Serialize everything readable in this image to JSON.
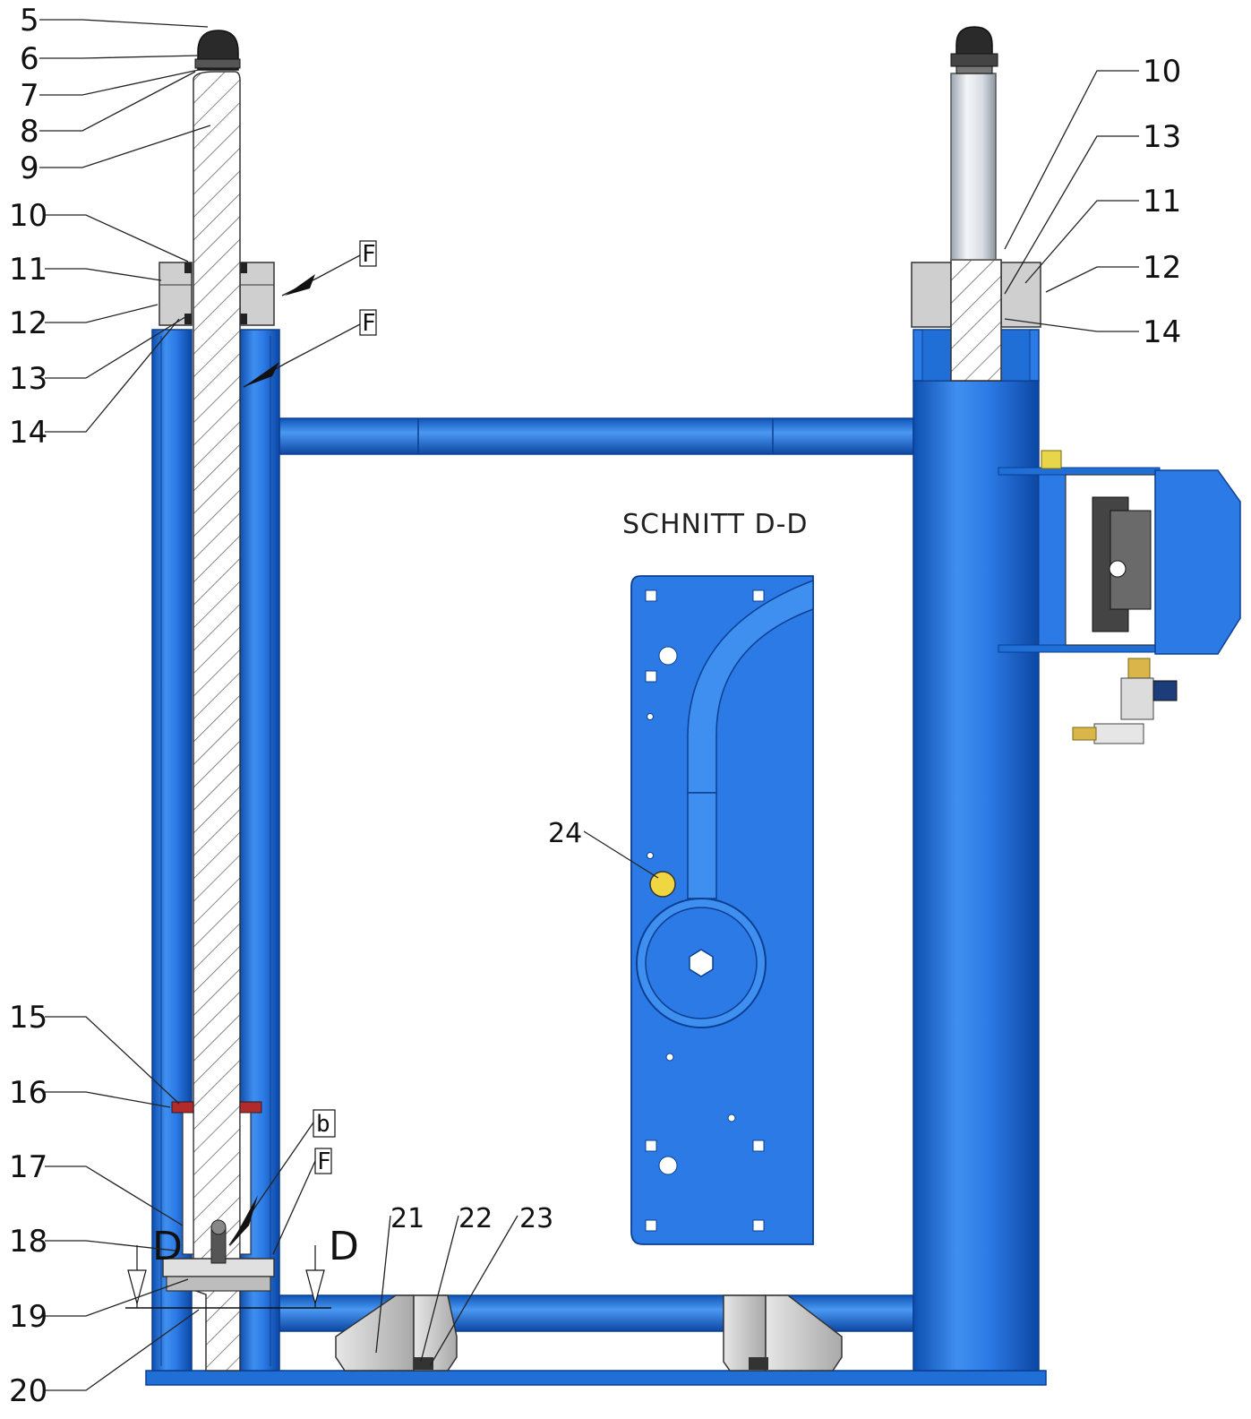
{
  "section_title": "SCHNITT D-D",
  "section_markers": [
    "D",
    "D"
  ],
  "labels_left": [
    "5",
    "6",
    "7",
    "8",
    "9",
    "10",
    "11",
    "12",
    "13",
    "14",
    "15",
    "16",
    "17",
    "18",
    "19",
    "20"
  ],
  "labels_right": [
    "10",
    "13",
    "11",
    "12",
    "14"
  ],
  "labels_bottom": [
    "21",
    "22",
    "23"
  ],
  "label_center": "24",
  "box_tags": [
    "F",
    "F",
    "b",
    "F"
  ],
  "colors": {
    "frame_blue": "#1f6fd6",
    "frame_dark": "#0b3f91",
    "hatch": "#444444",
    "grey_part": "#c8c8c8"
  }
}
